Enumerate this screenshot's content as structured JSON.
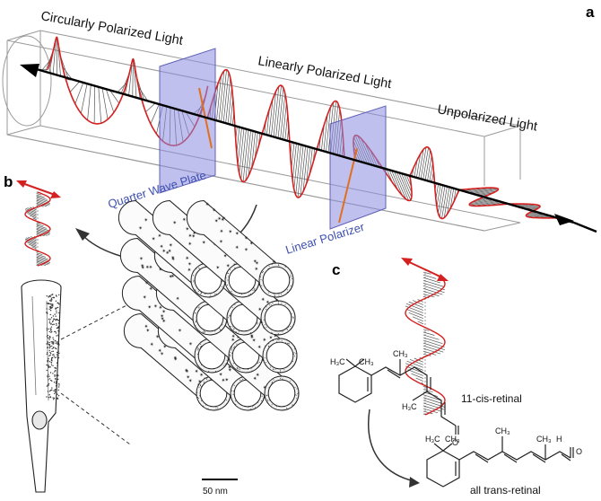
{
  "panel_labels": {
    "a": "a",
    "b": "b",
    "c": "c"
  },
  "beam_labels": {
    "circular": "Circularly Polarized Light",
    "linear": "Linearly Polarized Light",
    "unpolarized": "Unpolarized Light"
  },
  "optics": {
    "quarter_wave_plate": "Quarter Wave Plate",
    "linear_polarizer": "Linear Polarizer"
  },
  "molecules": {
    "cis": "11-cis-retinal",
    "trans": "all trans-retinal",
    "atoms": {
      "h3c": "H₃C",
      "ch3": "CH₃",
      "h": "H",
      "o": "O"
    }
  },
  "scale_bar": "50 nm",
  "colors": {
    "wave": "#d42020",
    "hatch": "#555555",
    "axis": "#000000",
    "plate_fill": "#8c8ce0",
    "plate_stroke": "#6060b8",
    "plate_label": "#3d4fb0",
    "box": "#9a9a9a"
  }
}
